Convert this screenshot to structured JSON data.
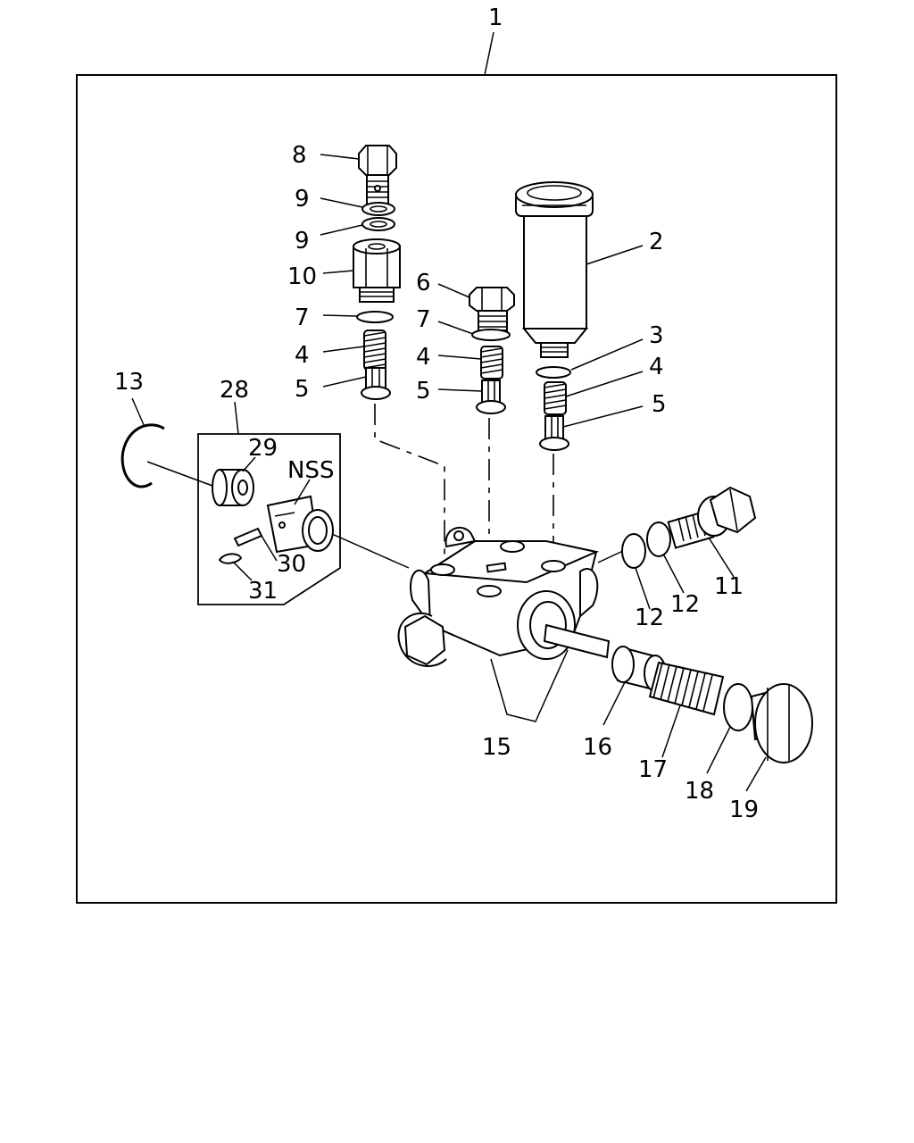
{
  "labels": {
    "p1": "1",
    "p2": "2",
    "p3": "3",
    "p4a": "4",
    "p4b": "4",
    "p4c": "4",
    "p5a": "5",
    "p5b": "5",
    "p5c": "5",
    "p6": "6",
    "p7a": "7",
    "p7b": "7",
    "p8": "8",
    "p9a": "9",
    "p9b": "9",
    "p10": "10",
    "p11": "11",
    "p12a": "12",
    "p12b": "12",
    "p13": "13",
    "p15": "15",
    "p16": "16",
    "p17": "17",
    "p18": "18",
    "p19": "19",
    "p28": "28",
    "p29": "29",
    "p30": "30",
    "p31": "31",
    "nss": "NSS"
  }
}
